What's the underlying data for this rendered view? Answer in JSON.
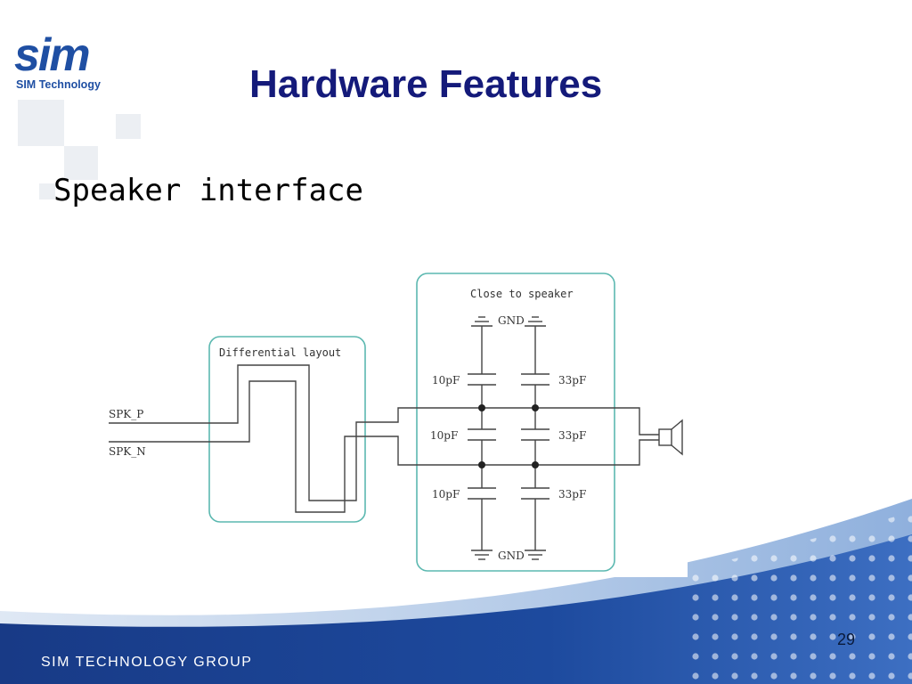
{
  "logo": {
    "mark": "sim",
    "text": "SIM Technology"
  },
  "title": "Hardware Features",
  "subtitle": "Speaker interface",
  "diagram": {
    "box_differential": "Differential layout",
    "box_close": "Close to speaker",
    "signal_p": "SPK_P",
    "signal_n": "SPK_N",
    "gnd_top": "GND",
    "gnd_bottom": "GND",
    "cap_left_top": "10pF",
    "cap_left_mid": "10pF",
    "cap_left_bot": "10pF",
    "cap_right_top": "33pF",
    "cap_right_mid": "33pF",
    "cap_right_bot": "33pF"
  },
  "footer": {
    "company": "SIM TECHNOLOGY GROUP",
    "page_number": "29"
  },
  "colors": {
    "title": "#141a7a",
    "logo": "#1f4fa3",
    "box_stroke": "#5bb8b0",
    "footer_band": "#1c3f8f"
  }
}
